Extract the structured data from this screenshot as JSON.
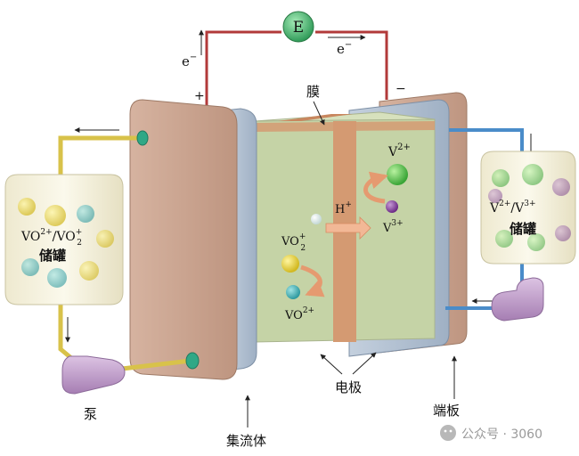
{
  "source": {
    "symbol": "E"
  },
  "electrons": {
    "left": "e",
    "right": "e",
    "sign": "−"
  },
  "terminals": {
    "positive": "+",
    "negative": "−"
  },
  "labels": {
    "membrane": "膜",
    "electrode": "电极",
    "collector": "集流体",
    "end_plate": "端板",
    "pump": "泵"
  },
  "tanks": {
    "left": {
      "ion_a": "VO",
      "ion_a_charge": "2+",
      "slash": "/",
      "ion_b": "VO",
      "ion_b_sub": "2",
      "ion_b_charge": "+",
      "name": "储罐"
    },
    "right": {
      "ion_a": "V",
      "ion_a_charge": "2+",
      "slash": "/",
      "ion_b": "V",
      "ion_b_charge": "3+",
      "name": "储罐"
    }
  },
  "ions": {
    "h": "H",
    "h_charge": "+",
    "vo2": "VO",
    "vo2_sub": "2",
    "vo2_charge": "+",
    "vo": "VO",
    "vo_charge": "2+",
    "v2": "V",
    "v2_charge": "2+",
    "v3": "V",
    "v3_charge": "3+"
  },
  "watermark": {
    "text": "公众号 · 3060"
  },
  "colors": {
    "wire_red": "#b23a3a",
    "wire_blue": "#4a8cc9",
    "pipe_yellow": "#d8c24a",
    "electrolyte_green": "#c5d3a6",
    "membrane_orange": "#d49a72",
    "end_plate": "#c8a38c",
    "collector": "#b2c0d2",
    "pump_purple": "#c3a2cc",
    "source_green": "#4fb774"
  }
}
